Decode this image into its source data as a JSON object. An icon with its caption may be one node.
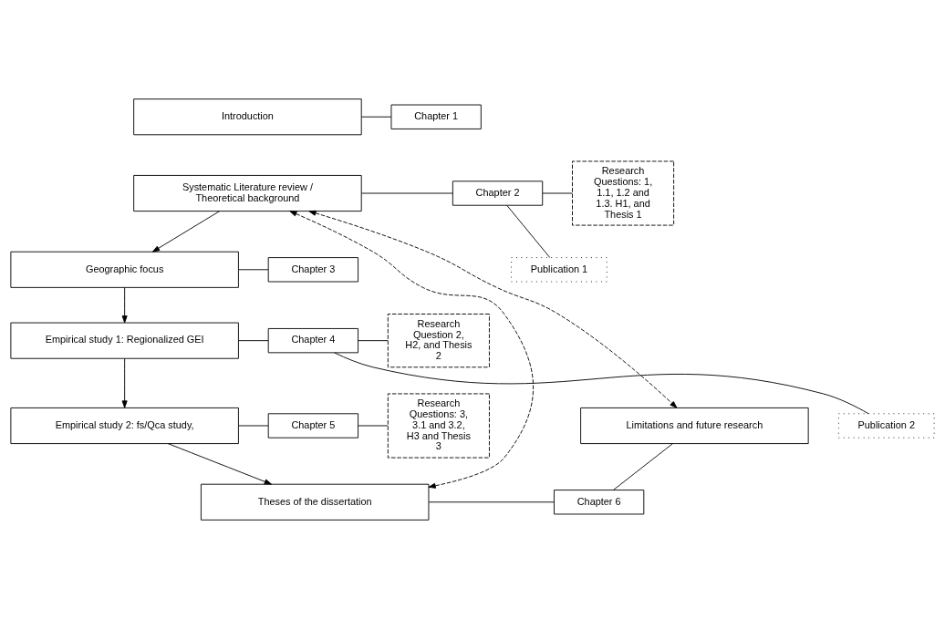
{
  "diagram": {
    "nodes": [
      {
        "text": [
          "Introduction"
        ]
      },
      {
        "text": [
          "Systematic Literature review / Theoretical background"
        ]
      },
      {
        "text": [
          "Geographic focus"
        ]
      },
      {
        "text": [
          "Empirical study 1: Regionalized GEI"
        ]
      },
      {
        "text": [
          "Empirical study 2: fs/Qca study,"
        ]
      },
      {
        "text": [
          "Theses of the dissertation"
        ]
      },
      {
        "text": [
          "Limitations and future research"
        ]
      },
      {
        "text": [
          "Chapter 1"
        ]
      },
      {
        "text": [
          "Chapter 2"
        ]
      },
      {
        "text": [
          "Chapter 3"
        ]
      },
      {
        "text": [
          "Chapter 4"
        ]
      },
      {
        "text": [
          "Chapter 5"
        ]
      },
      {
        "text": [
          "Chapter 6"
        ]
      },
      {
        "text": [
          "Publication 1"
        ]
      },
      {
        "text": [
          "Publication 2"
        ]
      },
      {
        "text": [
          "Research Questions: 1, 1.1, 1.2 and 1.3. H1, and Thesis 1"
        ]
      },
      {
        "text": [
          "Research Question 2, H2, and Thesis 2"
        ]
      },
      {
        "text": [
          "Research Questions: 3, 3.1 and 3.2, H3 and Thesis 3"
        ]
      }
    ],
    "edges": [
      {
        "from": 0,
        "to": 7,
        "arrow": "none"
      },
      {
        "from": 1,
        "to": 8,
        "arrow": "none"
      },
      {
        "from": 8,
        "to": 15,
        "arrow": "none"
      },
      {
        "from": 8,
        "to": 13,
        "arrow": "none"
      },
      {
        "from": 1,
        "to": 2,
        "arrow": "to"
      },
      {
        "from": 2,
        "to": 9,
        "arrow": "none"
      },
      {
        "from": 2,
        "to": 3,
        "arrow": "to"
      },
      {
        "from": 3,
        "to": 10,
        "arrow": "none"
      },
      {
        "from": 10,
        "to": 16,
        "arrow": "none"
      },
      {
        "from": 10,
        "to": 14,
        "arrow": "none"
      },
      {
        "from": 3,
        "to": 4,
        "arrow": "to"
      },
      {
        "from": 4,
        "to": 11,
        "arrow": "none"
      },
      {
        "from": 11,
        "to": 17,
        "arrow": "none"
      },
      {
        "from": 4,
        "to": 5,
        "arrow": "to"
      },
      {
        "from": 5,
        "to": 12,
        "arrow": "none"
      },
      {
        "from": 6,
        "to": 12,
        "arrow": "none"
      },
      {
        "from": 1,
        "to": 5,
        "arrow": "both",
        "style": "dashed"
      },
      {
        "from": 1,
        "to": 6,
        "arrow": "both",
        "style": "dashed"
      }
    ]
  }
}
